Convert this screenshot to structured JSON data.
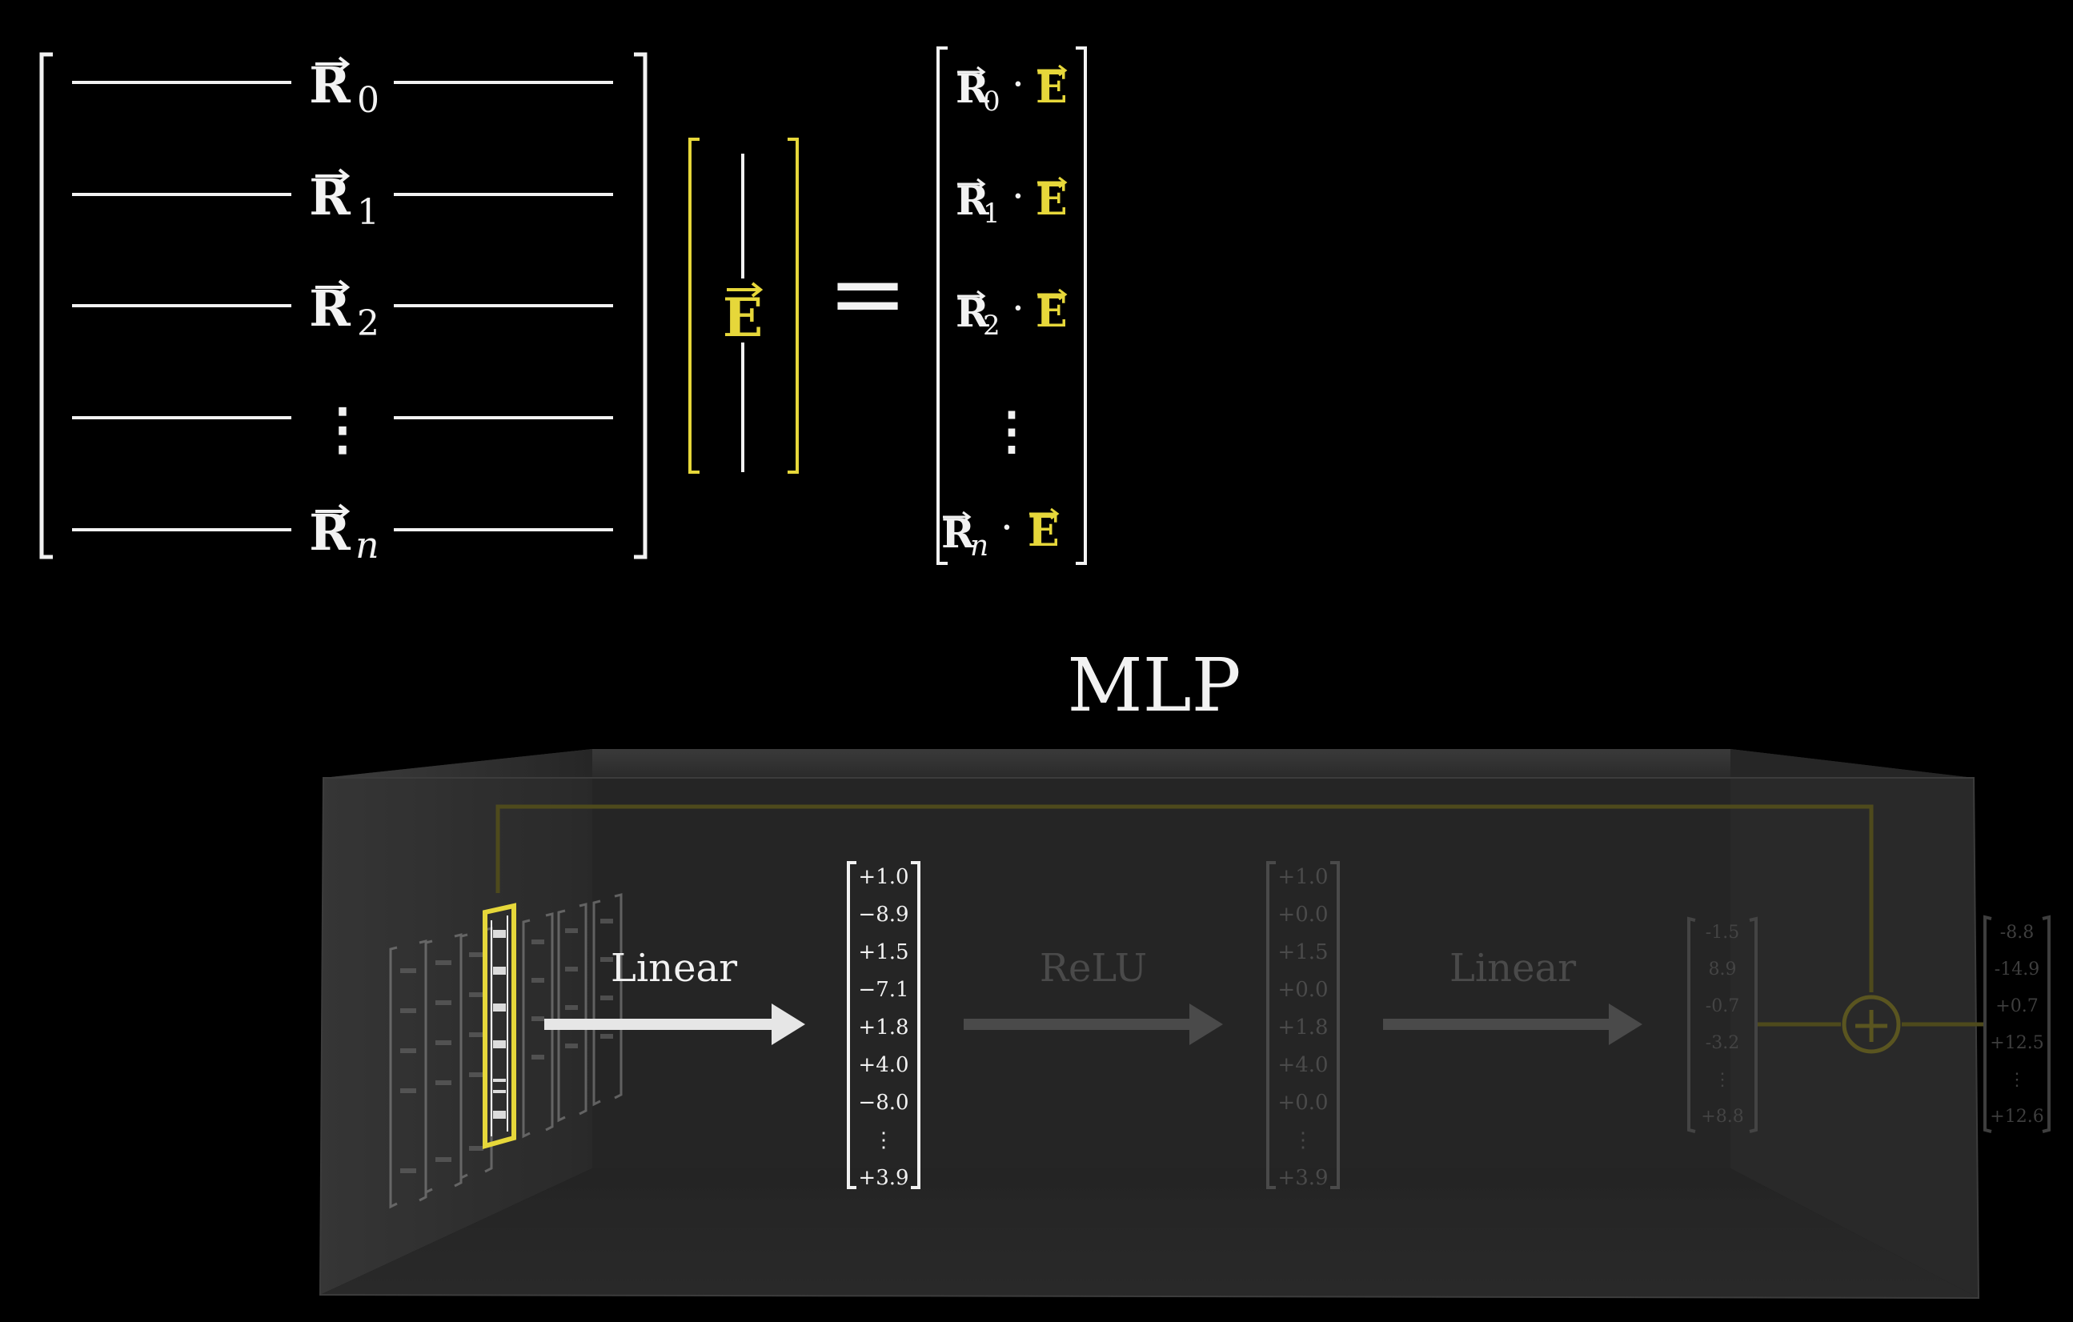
{
  "colors": {
    "background": "#000000",
    "foreground": "#f2f2f2",
    "accent_yellow": "#e6d73a",
    "faded": "#4a4a4a",
    "box_face": "#242424"
  },
  "equation": {
    "rows": [
      {
        "vec": "R",
        "sub": "0"
      },
      {
        "vec": "R",
        "sub": "1"
      },
      {
        "vec": "R",
        "sub": "2"
      },
      {
        "vec": "⋮",
        "sub": ""
      },
      {
        "vec": "R",
        "sub": "n"
      }
    ],
    "input_vector": "E",
    "equals": "=",
    "dot": "·",
    "results": [
      {
        "r": "R",
        "sub": "0",
        "e": "E"
      },
      {
        "r": "R",
        "sub": "1",
        "e": "E"
      },
      {
        "r": "R",
        "sub": "2",
        "e": "E"
      },
      {
        "r": "⋮",
        "sub": "",
        "e": ""
      },
      {
        "r": "R",
        "sub": "n",
        "e": "E"
      }
    ]
  },
  "mlp": {
    "title": "MLP",
    "step1_label": "Linear",
    "step2_label": "ReLU",
    "step3_label": "Linear",
    "vector1": [
      "+1.0",
      "−8.9",
      "+1.5",
      "−7.1",
      "+1.8",
      "+4.0",
      "−8.0",
      "⋮",
      "+3.9"
    ],
    "vector2": [
      "+1.0",
      "+0.0",
      "+1.5",
      "+0.0",
      "+1.8",
      "+4.0",
      "+0.0",
      "⋮",
      "+3.9"
    ],
    "vector3": [
      "-1.5",
      "8.9",
      "-0.7",
      "-3.2",
      "⋮",
      "+8.8"
    ],
    "vector4": [
      "-8.8",
      "-14.9",
      "+0.7",
      "+12.5",
      "⋮",
      "+12.6"
    ],
    "add_symbol": "+"
  }
}
